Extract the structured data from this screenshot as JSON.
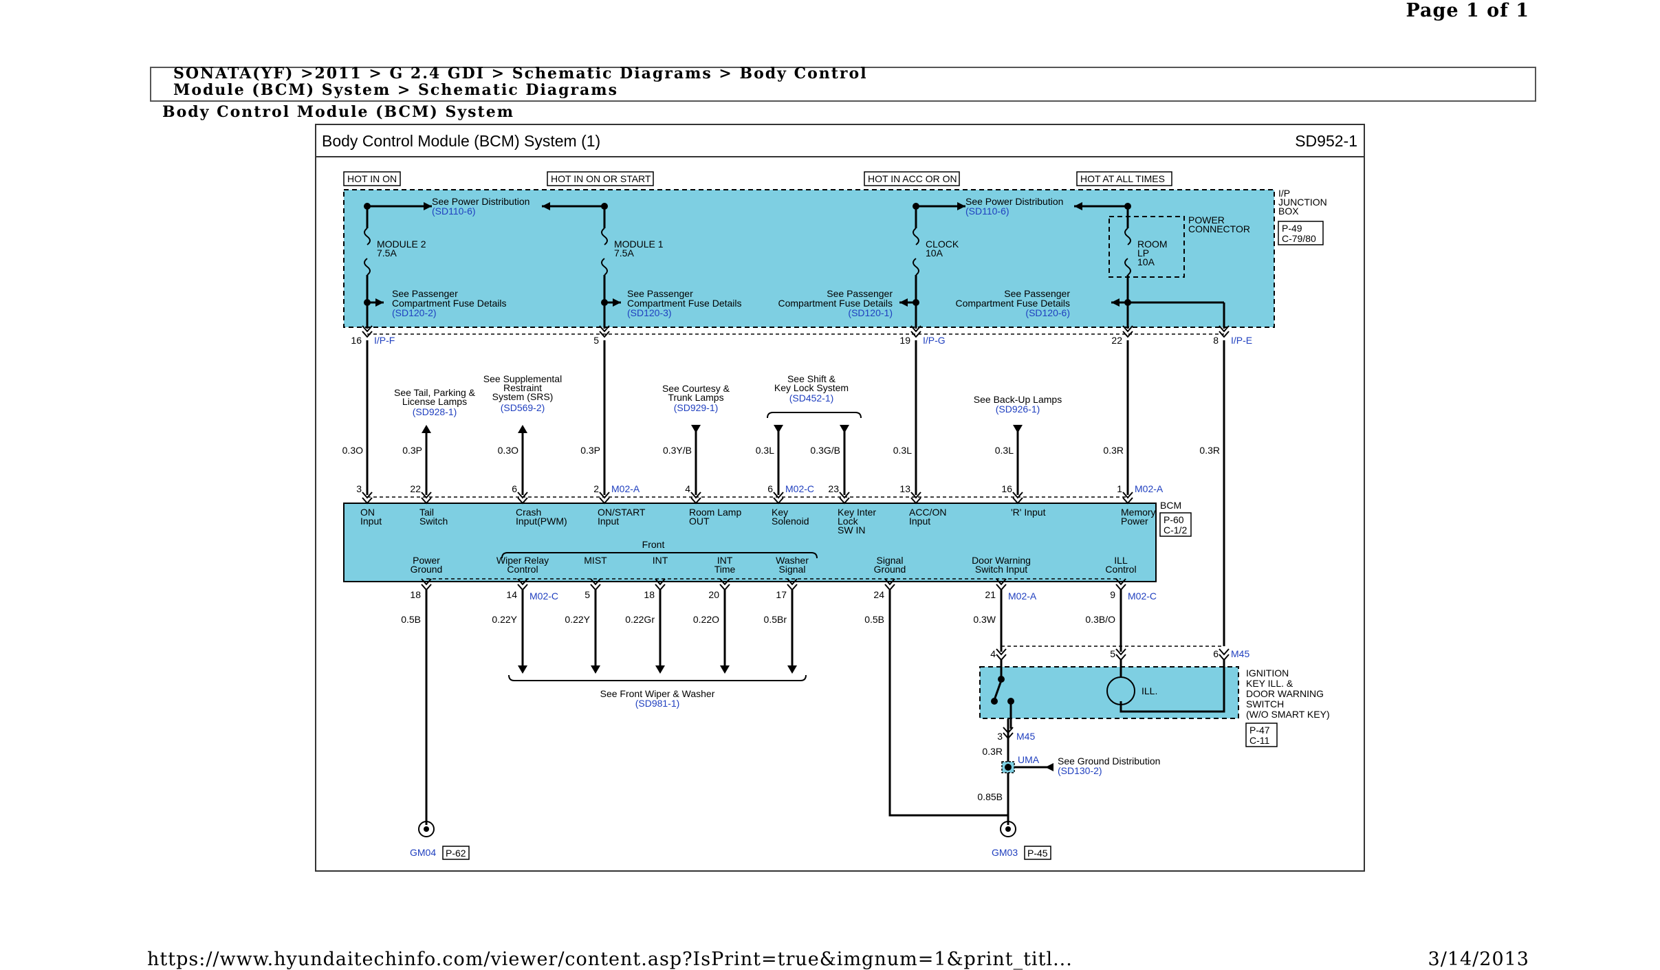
{
  "header": {
    "page_number": "Page 1 of 1",
    "breadcrumb_line1": "SONATA(YF) >2011 > G 2.4 GDI > Schematic Diagrams > Body Control",
    "breadcrumb_line2": "Module (BCM) System > Schematic Diagrams",
    "section_title": "Body Control Module (BCM) System"
  },
  "diagram": {
    "title": "Body Control Module (BCM) System (1)",
    "code": "SD952-1",
    "hot_labels": [
      "HOT IN ON",
      "HOT IN ON OR START",
      "HOT IN ACC OR ON",
      "HOT AT ALL TIMES"
    ],
    "junction_box": {
      "name_lines": [
        "I/P",
        "JUNCTION",
        "BOX"
      ],
      "connectors": [
        "P-49",
        "C-79/80"
      ],
      "power_connector": [
        "POWER",
        "CONNECTOR"
      ]
    },
    "fuses": [
      {
        "name": "MODULE 2",
        "rating": "7.5A"
      },
      {
        "name": "MODULE 1",
        "rating": "7.5A"
      },
      {
        "name": "CLOCK",
        "rating": "10A"
      },
      {
        "name": "ROOM LP",
        "name_lines": [
          "ROOM",
          "LP"
        ],
        "rating": "10A"
      }
    ],
    "power_distribution_ref": {
      "text": "See Power Distribution",
      "codes": [
        "(SD110-6)",
        "(SD110-6)"
      ]
    },
    "passenger_fuse_ref": {
      "line1": "See Passenger",
      "line2": "Compartment Fuse Details",
      "codes": [
        "(SD120-2)",
        "(SD120-3)",
        "(SD120-1)",
        "(SD120-6)"
      ]
    },
    "junction_pins": [
      {
        "pin": "16",
        "conn": "I/P-F"
      },
      {
        "pin": "5",
        "conn": ""
      },
      {
        "pin": "19",
        "conn": "I/P-G"
      },
      {
        "pin": "22",
        "conn": ""
      },
      {
        "pin": "8",
        "conn": "I/P-E"
      }
    ],
    "refs_top": [
      {
        "lines": [
          "See Tail, Parking &",
          "License Lamps"
        ],
        "code": "(SD928-1)"
      },
      {
        "lines": [
          "See Supplemental",
          "Restraint",
          "System (SRS)"
        ],
        "code": "(SD569-2)"
      },
      {
        "lines": [
          "See Courtesy &",
          "Trunk Lamps"
        ],
        "code": "(SD929-1)"
      },
      {
        "lines": [
          "See Shift &",
          "Key Lock System"
        ],
        "code": "(SD452-1)"
      },
      {
        "lines": [
          "See Back-Up Lamps"
        ],
        "code": "(SD926-1)"
      }
    ],
    "upper_wires": [
      "0.3O",
      "0.3P",
      "0.3O",
      "0.3P",
      "0.3Y/B",
      "0.3L",
      "0.3G/B",
      "0.3L",
      "0.3L",
      "0.3R",
      "0.3R"
    ],
    "bcm_top_pins": [
      {
        "pin": "3",
        "label": [
          "ON",
          "Input"
        ]
      },
      {
        "pin": "22",
        "label": [
          "Tail",
          "Switch"
        ]
      },
      {
        "pin": "6",
        "label": [
          "Crash",
          "Input(PWM)"
        ]
      },
      {
        "pin": "2",
        "label": [
          "ON/START",
          "Input"
        ],
        "conn": "M02-A"
      },
      {
        "pin": "4",
        "label": [
          "Room Lamp",
          "OUT"
        ]
      },
      {
        "pin": "6",
        "label": [
          "Key",
          "Solenoid"
        ],
        "conn": "M02-C"
      },
      {
        "pin": "23",
        "label": [
          "Key Inter",
          "Lock",
          "SW IN"
        ]
      },
      {
        "pin": "13",
        "label": [
          "ACC/ON",
          "Input"
        ]
      },
      {
        "pin": "16",
        "label": [
          "'R' Input"
        ]
      },
      {
        "pin": "1",
        "label": [
          "Memory",
          "Power"
        ],
        "conn": "M02-A"
      }
    ],
    "bcm": {
      "name": "BCM",
      "connectors": [
        "P-60",
        "C-1/2"
      ],
      "front_label": "Front"
    },
    "bcm_bottom_pins": [
      {
        "pin": "18",
        "label": [
          "Power",
          "Ground"
        ]
      },
      {
        "pin": "14",
        "label": [
          "Wiper Relay",
          "Control"
        ],
        "conn": "M02-C"
      },
      {
        "pin": "5",
        "label": [
          "MIST"
        ]
      },
      {
        "pin": "18",
        "label": [
          "INT"
        ]
      },
      {
        "pin": "20",
        "label": [
          "INT",
          "Time"
        ]
      },
      {
        "pin": "17",
        "label": [
          "Washer",
          "Signal"
        ]
      },
      {
        "pin": "24",
        "label": [
          "Signal",
          "Ground"
        ]
      },
      {
        "pin": "21",
        "label": [
          "Door Warning",
          "Switch Input"
        ],
        "conn": "M02-A"
      },
      {
        "pin": "9",
        "label": [
          "ILL",
          "Control"
        ],
        "conn": "M02-C"
      }
    ],
    "lower_wires": [
      "0.5B",
      "0.22Y",
      "0.22Y",
      "0.22Gr",
      "0.22O",
      "0.5Br",
      "0.5B",
      "0.3W",
      "0.3B/O"
    ],
    "wiper_ref": {
      "text": "See Front Wiper & Washer",
      "code": "(SD981-1)"
    },
    "ignition_switch": {
      "lines": [
        "IGNITION",
        "KEY ILL. &",
        "DOOR WARNING",
        "SWITCH",
        "(W/O SMART KEY)"
      ],
      "connectors": [
        "P-47",
        "C-11"
      ],
      "ill_label": "ILL.",
      "pins": [
        "4",
        "5",
        "6"
      ],
      "conn": "M45",
      "bottom_pin": "3",
      "bottom_conn": "M45"
    },
    "ground_wire_upper": "0.3R",
    "ground_wire_lower": "0.85B",
    "uma": {
      "label": "UMA",
      "ref": "See Ground Distribution",
      "code": "(SD130-2)"
    },
    "grounds": [
      {
        "name": "GM04",
        "page": "P-62"
      },
      {
        "name": "GM03",
        "page": "P-45"
      }
    ]
  },
  "footer": {
    "url": "https://www.hyundaitechinfo.com/viewer/content.asp?IsPrint=true&imgnum=1&print_titl...",
    "date": "3/14/2013"
  },
  "colors": {
    "fill": "#7ecfe2",
    "link": "#1f3fbf",
    "line": "#000000"
  }
}
